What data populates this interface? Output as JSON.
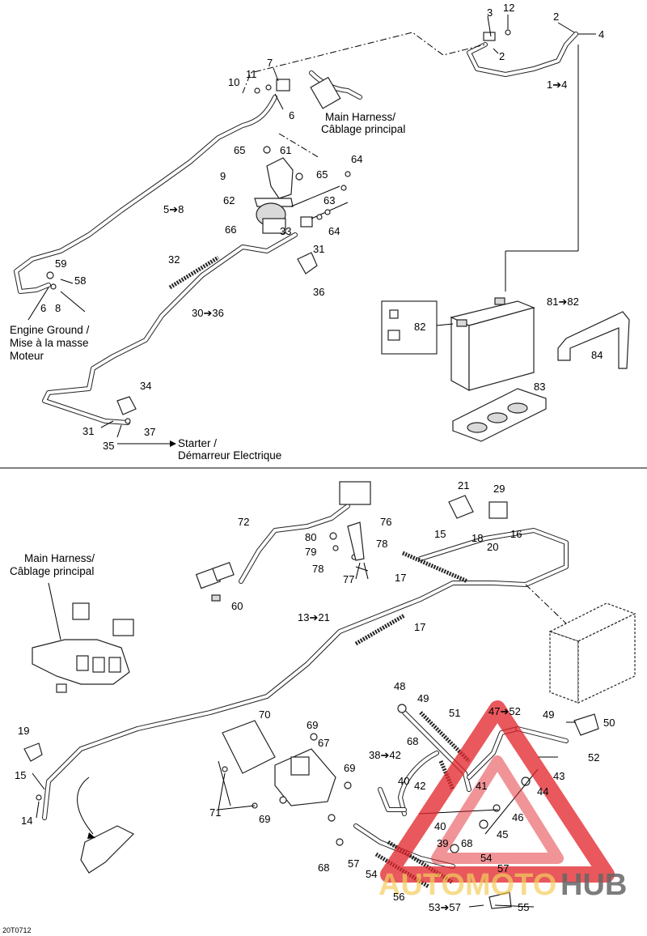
{
  "figure_code": "20T0712",
  "watermark": {
    "text_auto": "AUTOMOTO",
    "text_hub": "HUB",
    "color_red": "#e0262b",
    "color_gray": "#555555"
  },
  "top": {
    "callouts": [
      "3",
      "12",
      "2",
      "4",
      "2",
      "1➔4",
      "7",
      "11",
      "10",
      "6",
      "65",
      "61",
      "9",
      "65",
      "64",
      "62",
      "63",
      "66",
      "33",
      "64",
      "31",
      "32",
      "36",
      "5➔8",
      "59",
      "58",
      "6",
      "8",
      "30➔36",
      "34",
      "31",
      "37",
      "35",
      "82",
      "81➔82",
      "84",
      "83"
    ],
    "labels": {
      "main_harness": [
        "Main Harness/",
        "Câblage principal"
      ],
      "engine_ground": [
        "Engine Ground /",
        "Mise à la masse",
        "Moteur"
      ],
      "starter": [
        "Starter /",
        "Démarreur Electrique"
      ]
    }
  },
  "bottom": {
    "callouts": [
      "21",
      "29",
      "72",
      "76",
      "80",
      "78",
      "79",
      "15",
      "18",
      "16",
      "20",
      "78",
      "77",
      "17",
      "60",
      "13➔21",
      "17",
      "19",
      "15",
      "14",
      "70",
      "69",
      "67",
      "69",
      "71",
      "69",
      "68",
      "48",
      "49",
      "68",
      "51",
      "38➔42",
      "40",
      "42",
      "41",
      "40",
      "39",
      "68",
      "57",
      "54",
      "56",
      "54",
      "57",
      "53➔57",
      "55",
      "47➔52",
      "49",
      "50",
      "52",
      "43",
      "44",
      "46",
      "45"
    ],
    "labels": {
      "main_harness": [
        "Main Harness/",
        "Câblage principal"
      ]
    }
  }
}
